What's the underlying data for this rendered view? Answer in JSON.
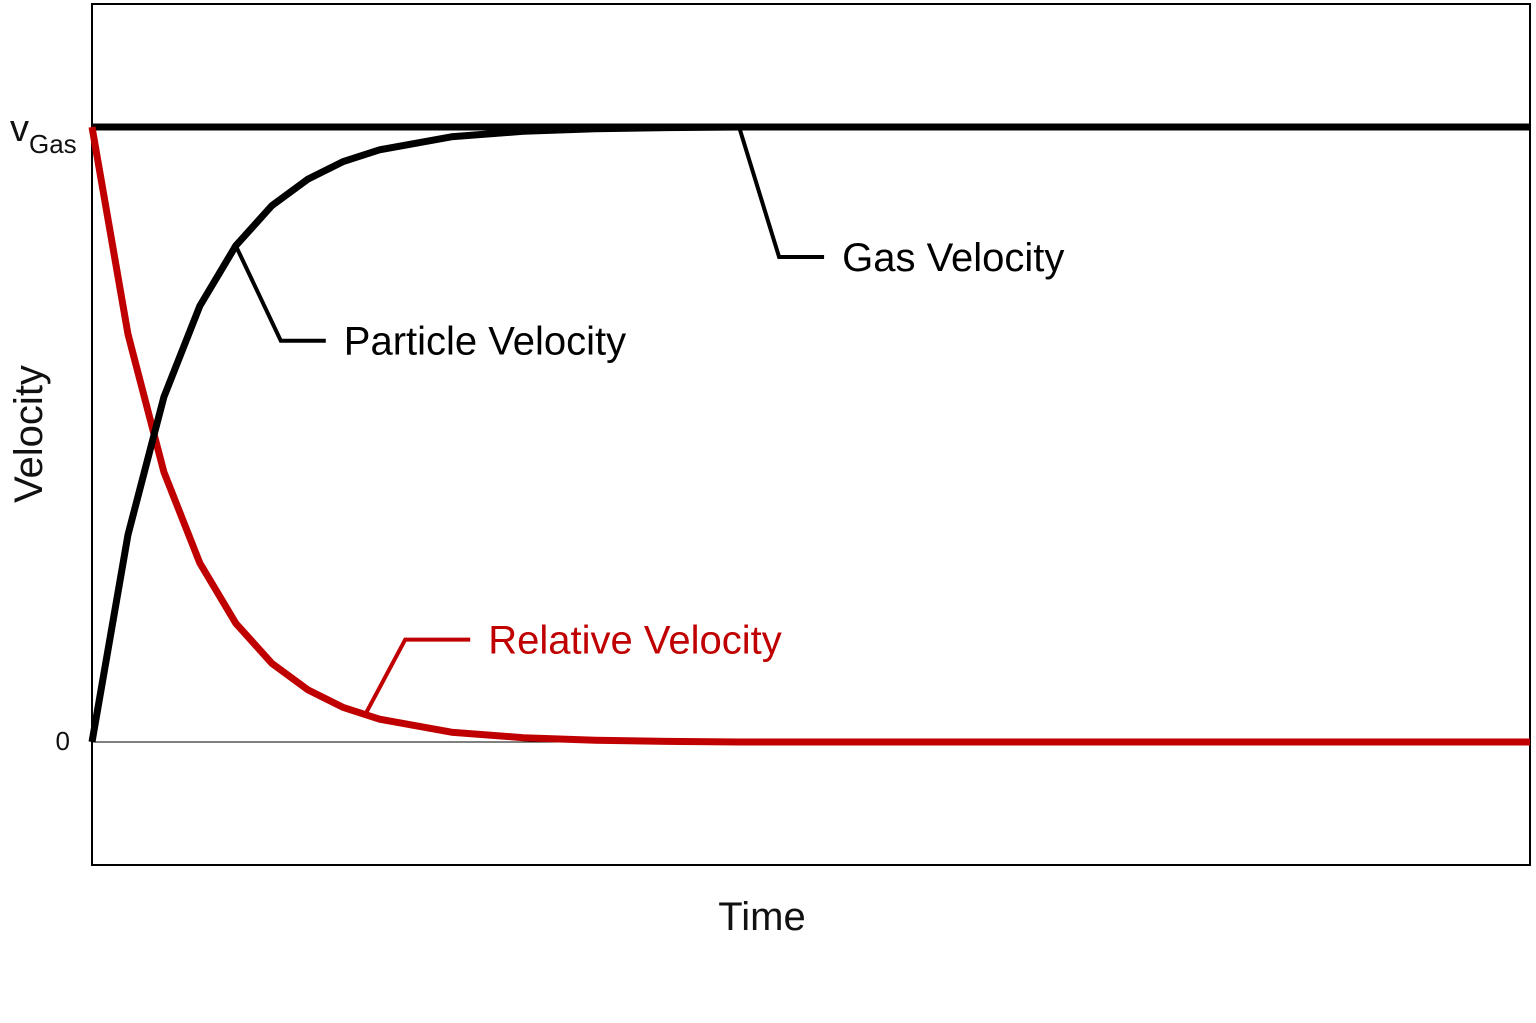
{
  "chart_data": {
    "type": "line",
    "title": "",
    "xlabel": "Time",
    "ylabel": "Velocity",
    "xlim": [
      0,
      10
    ],
    "ylim": [
      -0.2,
      1.2
    ],
    "grid": false,
    "yticks": [
      {
        "value": 0,
        "label": "0"
      },
      {
        "value": 1,
        "label": "v",
        "subscript": "Gas"
      }
    ],
    "series": [
      {
        "name": "Gas Velocity",
        "color": "#000000",
        "x": [
          0,
          2,
          4,
          6,
          8,
          10
        ],
        "y": [
          1,
          1,
          1,
          1,
          1,
          1
        ]
      },
      {
        "name": "Particle Velocity",
        "color": "#000000",
        "x": [
          0,
          0.25,
          0.5,
          0.75,
          1.0,
          1.25,
          1.5,
          1.75,
          2.0,
          2.5,
          3.0,
          3.5,
          4.0,
          4.5,
          5.0,
          6.0,
          7.0,
          8.0,
          9.0,
          10.0
        ],
        "y": [
          0,
          0.337,
          0.561,
          0.709,
          0.807,
          0.872,
          0.915,
          0.944,
          0.963,
          0.984,
          0.993,
          0.997,
          0.999,
          1.0,
          1.0,
          1.0,
          1.0,
          1.0,
          1.0,
          1.0
        ]
      },
      {
        "name": "Relative Velocity",
        "color": "#c00000",
        "x": [
          0,
          0.25,
          0.5,
          0.75,
          1.0,
          1.25,
          1.5,
          1.75,
          2.0,
          2.5,
          3.0,
          3.5,
          4.0,
          4.5,
          5.0,
          6.0,
          7.0,
          8.0,
          9.0,
          10.0
        ],
        "y": [
          1,
          0.663,
          0.439,
          0.291,
          0.193,
          0.128,
          0.085,
          0.056,
          0.037,
          0.016,
          0.007,
          0.003,
          0.001,
          0.0,
          0.0,
          0.0,
          0.0,
          0.0,
          0.0,
          0.0
        ]
      }
    ],
    "annotations": [
      {
        "text": "Gas Velocity",
        "series": "Gas Velocity",
        "color": "#000000",
        "at_x": 4.5
      },
      {
        "text": "Particle Velocity",
        "series": "Particle Velocity",
        "color": "#000000",
        "at_x": 1.0
      },
      {
        "text": "Relative Velocity",
        "series": "Relative Velocity",
        "color": "#c00000",
        "at_x": 1.9
      }
    ]
  }
}
